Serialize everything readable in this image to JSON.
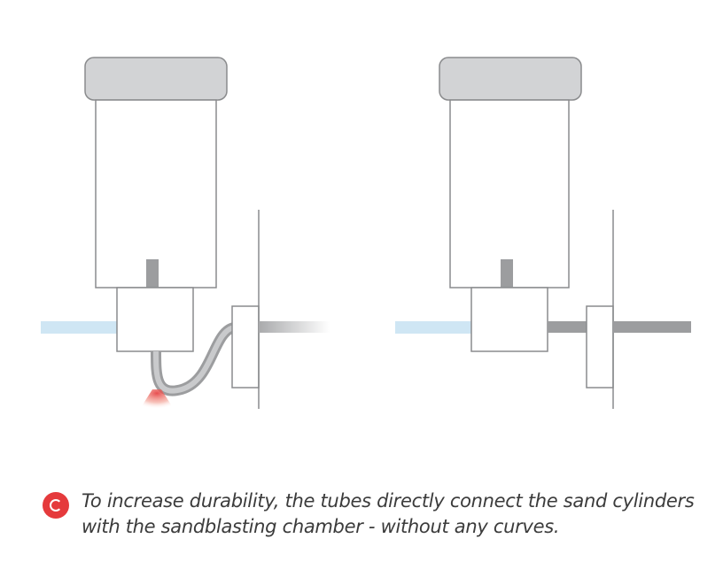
{
  "caption": {
    "badge_letter": "C",
    "line1": "To increase durability, the tubes  directly connect the sand cylinders",
    "line2": "with the sandblasting chamber - without any curves."
  },
  "colors": {
    "accent": "#e53a3c",
    "cap": "#d2d3d5",
    "tube": "#9c9d9f",
    "inlet": "#cfe6f4",
    "outline": "#8a8b8d"
  },
  "illustrations": [
    {
      "name": "curved-tube-setup",
      "tube": "curved",
      "wear_indicator": true
    },
    {
      "name": "straight-tube-setup",
      "tube": "straight",
      "wear_indicator": false
    }
  ]
}
